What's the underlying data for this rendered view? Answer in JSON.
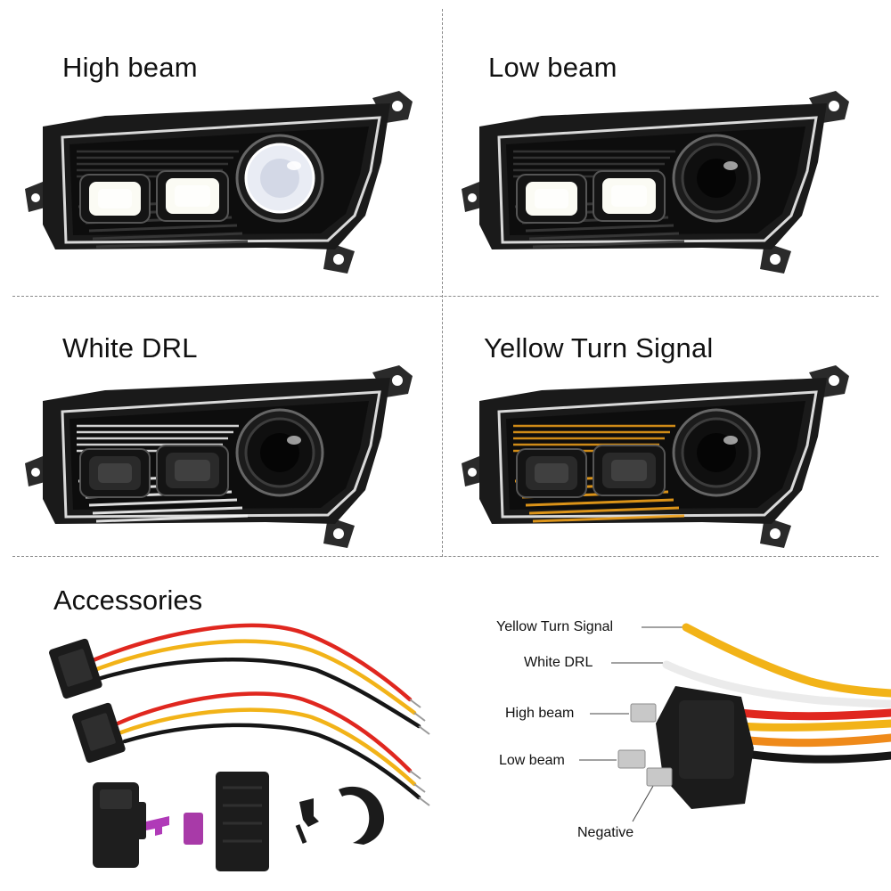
{
  "panels": [
    {
      "title": "High beam",
      "state": "high"
    },
    {
      "title": "Low beam",
      "state": "low"
    },
    {
      "title": "White DRL",
      "state": "drl"
    },
    {
      "title": "Yellow Turn Signal",
      "state": "turn"
    }
  ],
  "accessories": {
    "title": "Accessories"
  },
  "wiring": {
    "labels": {
      "yellow_turn_signal": "Yellow Turn Signal",
      "white_drl": "White DRL",
      "high_beam": "High beam",
      "low_beam": "Low beam",
      "negative": "Negative"
    },
    "colors": {
      "yellow": "#f2b318",
      "white": "#f4f4f4",
      "red": "#e0271f",
      "orange": "#ef8a1a",
      "black": "#161616"
    }
  }
}
